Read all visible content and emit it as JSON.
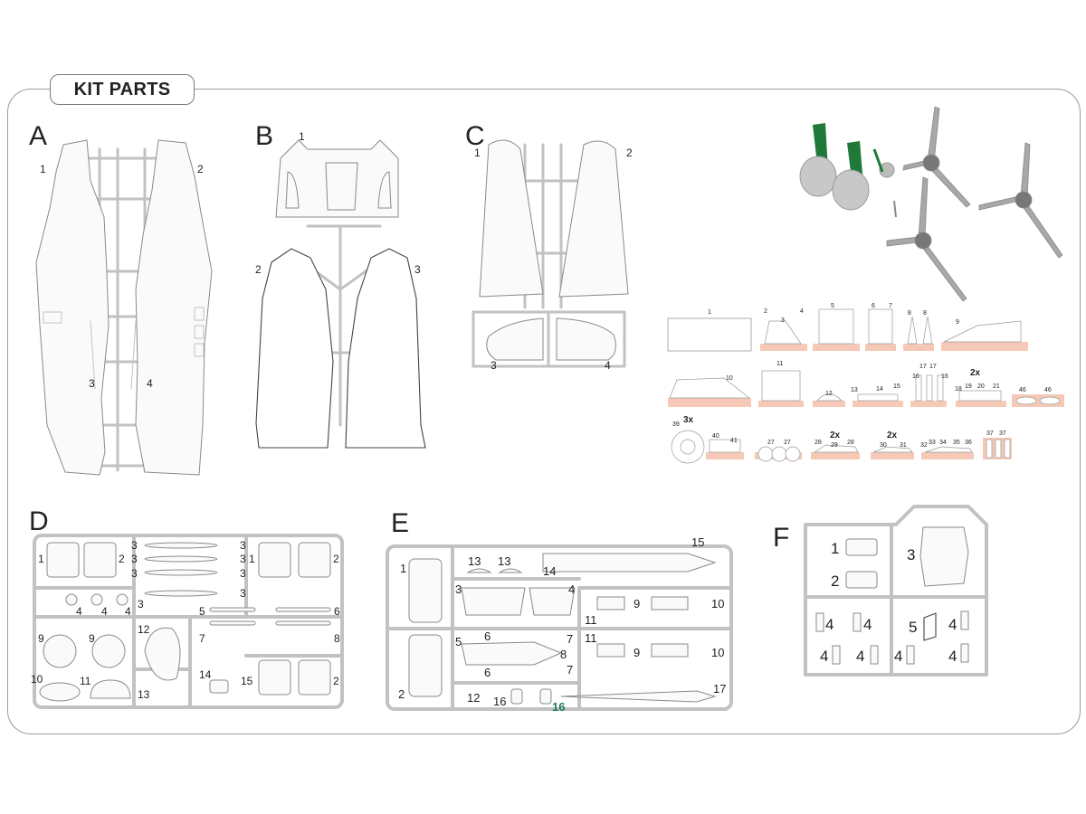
{
  "title": "KIT PARTS",
  "colors": {
    "sprue": "#c2c2c2",
    "outline": "#8a8a8a",
    "photoetch": "#f6c9b6",
    "strut": "#1f7a3a",
    "resin": "#9a9a9a",
    "highlight_label": "#1f7a5a"
  },
  "frames": {
    "A": {
      "letter": "A",
      "parts": [
        "1",
        "2",
        "3",
        "4"
      ]
    },
    "B": {
      "letter": "B",
      "parts": [
        "1",
        "2",
        "3"
      ]
    },
    "C": {
      "letter": "C",
      "parts": [
        "1",
        "2",
        "3",
        "4"
      ]
    },
    "D": {
      "letter": "D",
      "parts": [
        "1",
        "2",
        "3",
        "3",
        "3",
        "3",
        "3",
        "3",
        "1",
        "2",
        "4",
        "4",
        "4",
        "3",
        "3",
        "5",
        "6",
        "7",
        "8",
        "9",
        "9",
        "12",
        "13",
        "10",
        "11",
        "14",
        "15",
        "2"
      ]
    },
    "E": {
      "letter": "E",
      "parts": [
        "1",
        "13",
        "13",
        "14",
        "15",
        "3",
        "4",
        "9",
        "10",
        "11",
        "5",
        "6",
        "7",
        "8",
        "11",
        "9",
        "10",
        "6",
        "7",
        "2",
        "12",
        "16",
        "16",
        "17"
      ]
    },
    "F": {
      "letter": "F",
      "parts": [
        "1",
        "2",
        "3",
        "4",
        "4",
        "4",
        "4",
        "5",
        "4",
        "4",
        "4"
      ]
    }
  },
  "photoetch": {
    "row1": [
      "1",
      "2",
      "3",
      "4",
      "5",
      "6",
      "7",
      "8",
      "8",
      "9"
    ],
    "row2": [
      "10",
      "11",
      "12",
      "13",
      "14",
      "15",
      "17",
      "17",
      "16",
      "16",
      "2x",
      "18",
      "19",
      "20",
      "21",
      "46",
      "46"
    ],
    "row3": [
      "39",
      "3x",
      "40",
      "41",
      "27",
      "27",
      "2x",
      "28",
      "29",
      "28",
      "2x",
      "30",
      "31",
      "32",
      "33",
      "34",
      "35",
      "36",
      "37",
      "37"
    ]
  }
}
